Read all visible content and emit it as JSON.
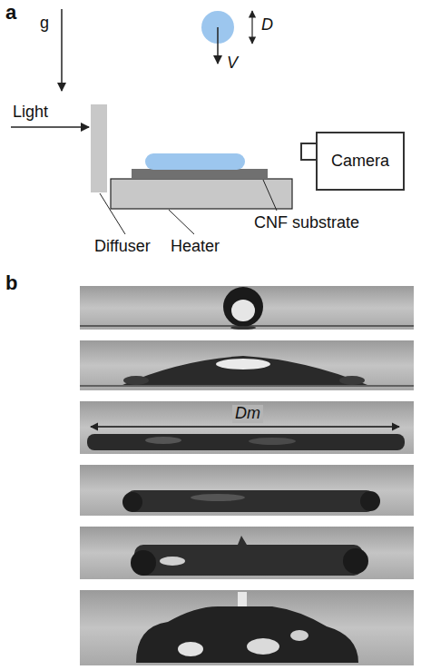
{
  "diagram": {
    "nodes": [
      {
        "text": [
          "Camera"
        ]
      }
    ],
    "labels": [
      "a",
      "g",
      "D",
      "V",
      "Light",
      "CNF substrate",
      "Diffuser",
      "Heater",
      "b",
      "Dm"
    ]
  }
}
